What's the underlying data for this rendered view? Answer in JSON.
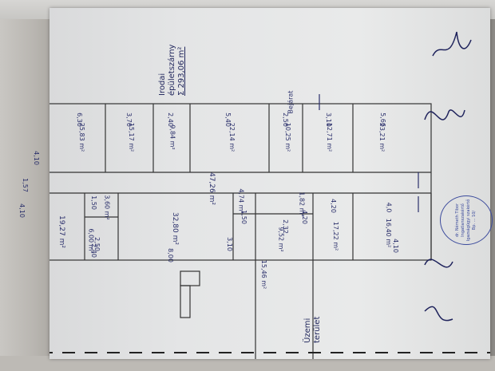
{
  "title": {
    "line1": "Irodai",
    "line2": "épületszárny",
    "line3": "Σ 293,06 m²"
  },
  "outside_label": {
    "line1": "Üzemi",
    "line2": "terület"
  },
  "entrance_label": "Bejárat",
  "corridor_areas": {
    "main": "47,26 m²",
    "lower": "15,46 m²"
  },
  "rooms": [
    {
      "area": "25,83 m²",
      "dim": "6,30"
    },
    {
      "area": "15,17 m²",
      "dim": "3,70"
    },
    {
      "area": "9,84 m²",
      "dim": "2,40"
    },
    {
      "area": "22,14 m²",
      "dim": "5,40"
    },
    {
      "area": "10,25 m²",
      "dim": "2,50"
    },
    {
      "area": "12,71 m²",
      "dim": "3,10"
    },
    {
      "area": "23,21 m²",
      "dim": "5,66"
    },
    {
      "area": "19,27 m²",
      "dim": "4,10"
    },
    {
      "area": "6,00 m²",
      "dim": "2,40"
    },
    {
      "area": "3,60 m²",
      "dim": "1,50"
    },
    {
      "area": "32,80 m²",
      "dim": "8,00"
    },
    {
      "area": "9,52 m²",
      "dim": "2,32"
    },
    {
      "area": "17,22 m²",
      "dim": "4,20"
    },
    {
      "area": "16,40 m²",
      "dim": "4,0"
    },
    {
      "area": "4,74 m²",
      "dim": ""
    },
    {
      "area": "1,82 m²",
      "dim": ""
    }
  ],
  "dimensions": {
    "top_width": "4,10",
    "left_width": "4,10",
    "corridor_width": "1,57",
    "lower_right": "4,10",
    "small_a": "2,50",
    "small_b": "3,10",
    "small_c": "1,50",
    "small_d": "4,20"
  },
  "stamp": {
    "line1": "dr. Németh Tibor",
    "line2": "Ingatlanszakértő",
    "line3": "Igazságügyi szakértő",
    "line4": "Bp. ... 10/"
  },
  "colors": {
    "paper": "#e6e7e8",
    "ink": "#2a2f6b",
    "line": "#3a3a3a",
    "stamp": "#3b4a9c"
  }
}
